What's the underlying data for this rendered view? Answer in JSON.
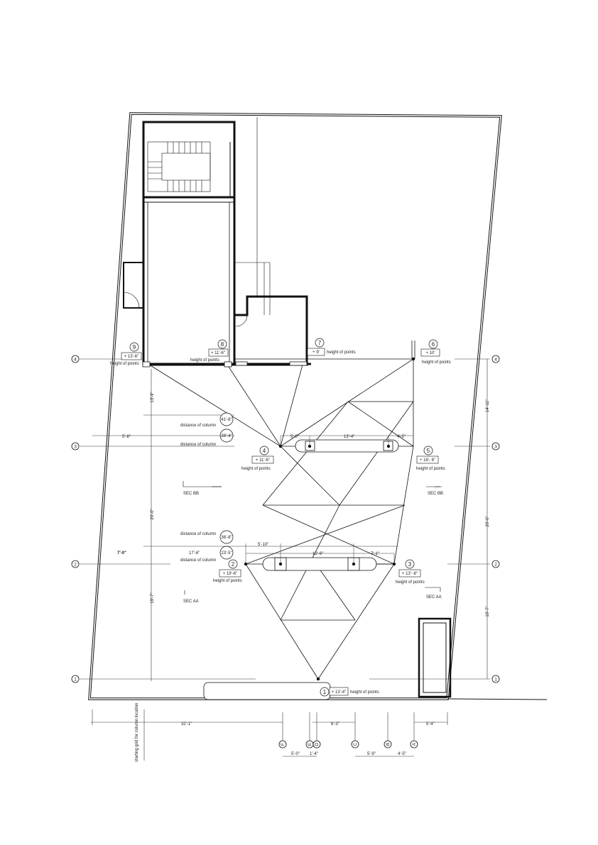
{
  "grid": {
    "rows": [
      "4",
      "3",
      "2",
      "1"
    ],
    "cols": [
      "F",
      "E",
      "D",
      "C",
      "B",
      "A"
    ]
  },
  "points": [
    {
      "num": "1",
      "height": "+ 13'-4\""
    },
    {
      "num": "2",
      "height": "+ 19'-6\""
    },
    {
      "num": "3",
      "height": "+ 13' -6\""
    },
    {
      "num": "4",
      "height": "+ 11'-6\""
    },
    {
      "num": "5",
      "height": "+ 16'- 6\""
    },
    {
      "num": "6",
      "height": "+ 10'"
    },
    {
      "num": "7",
      "height": "+ 9'"
    },
    {
      "num": "8",
      "height": "+ 11'-6\""
    },
    {
      "num": "9",
      "height": "+ 13'-6\""
    }
  ],
  "labels": {
    "height_of_points": "height of points",
    "distance_of_column": "distance of column",
    "sec_aa": "SEC AA",
    "sec_bb": "SEC BB",
    "starting_grid": "starting grid for column location"
  },
  "distances": {
    "upper_1": "41'-8\"",
    "upper_2": "28'-4\"",
    "lower_1": "36'-8\"",
    "lower_2": "23'-5\""
  },
  "dims": {
    "left_row3": "5'-8\"",
    "left_row2_a": "7'-0\"",
    "left_row2_b": "17'-6\"",
    "left_v_1": "13'-9\"",
    "left_v_2": "20'-0\"",
    "left_v_3": "19'-7\"",
    "right_v_1": "14'-11\"",
    "right_v_2": "20'-0\"",
    "right_v_3": "19'-7\"",
    "row3_a": "5'-0\"",
    "row3_b": "13'-4\"",
    "row3_c": "4'-5\"",
    "row2_a": "5'-10\"",
    "row2_b": "12'-6\"",
    "row2_c": "7'-1\"",
    "bottom_left": "32'-1\"",
    "bottom_mid": "6'-3\"",
    "bottom_right": "5'-4\"",
    "bottom_b1": "5'-0\"",
    "bottom_b2": "1'-4\"",
    "bottom_b3": "5'-9\"",
    "bottom_b4": "4'-5\""
  }
}
